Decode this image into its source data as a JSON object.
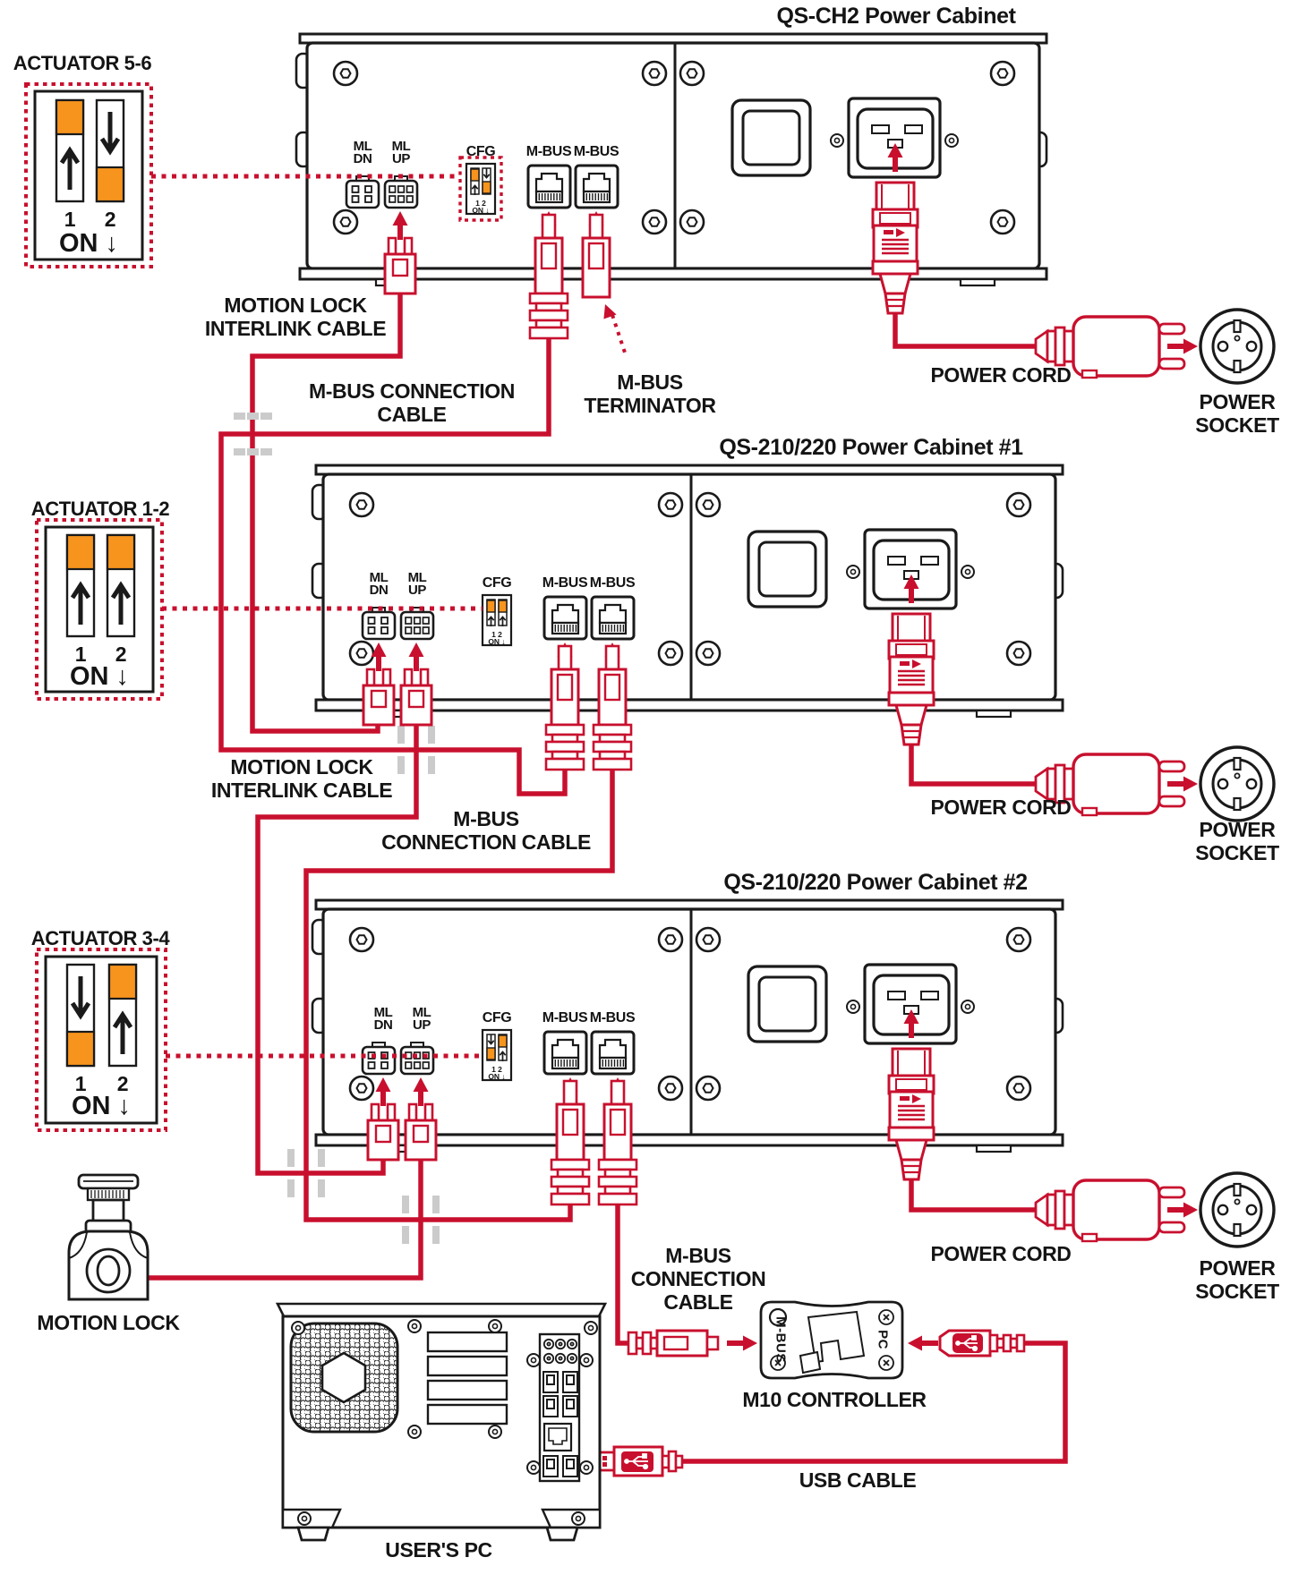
{
  "colors": {
    "accent_red": "#C8102E",
    "switch_orange": "#F7941D",
    "crossing_gray": "#CBCBCB",
    "line_black": "#1A1A1A"
  },
  "cabinets": [
    {
      "title": "QS-CH2 Power Cabinet",
      "port_labels": [
        "ML\nDN",
        "ML\nUP",
        "CFG",
        "M-BUS",
        "M-BUS"
      ],
      "cfg": {
        "pins": "1 2",
        "on": "ON ↓",
        "switches": [
          "up",
          "down"
        ]
      }
    },
    {
      "title": "QS-210/220 Power Cabinet #1",
      "port_labels": [
        "ML\nDN",
        "ML\nUP",
        "CFG",
        "M-BUS",
        "M-BUS"
      ],
      "cfg": {
        "pins": "1 2",
        "on": "ON ↓",
        "switches": [
          "up",
          "up"
        ]
      }
    },
    {
      "title": "QS-210/220 Power Cabinet #2",
      "port_labels": [
        "ML\nDN",
        "ML\nUP",
        "CFG",
        "M-BUS",
        "M-BUS"
      ],
      "cfg": {
        "pins": "1 2",
        "on": "ON ↓",
        "switches": [
          "down",
          "up"
        ]
      }
    }
  ],
  "actuators": [
    {
      "title": "ACTUATOR 5-6",
      "pin1": "1",
      "pin2": "2",
      "on_label": "ON ↓",
      "switches": [
        "up",
        "down"
      ]
    },
    {
      "title": "ACTUATOR 1-2",
      "pin1": "1",
      "pin2": "2",
      "on_label": "ON ↓",
      "switches": [
        "up",
        "up"
      ]
    },
    {
      "title": "ACTUATOR 3-4",
      "pin1": "1",
      "pin2": "2",
      "on_label": "ON ↓",
      "switches": [
        "down",
        "up"
      ]
    }
  ],
  "cables": {
    "interlink_top": "MOTION LOCK\nINTERLINK CABLE",
    "interlink_mid": "MOTION LOCK\nINTERLINK CABLE",
    "mbus_top": "M-BUS CONNECTION\nCABLE",
    "mbus_mid": "M-BUS\nCONNECTION CABLE",
    "mbus_bottom": "M-BUS\nCONNECTION\nCABLE",
    "terminator": "M-BUS\nTERMINATOR",
    "usb": "USB CABLE"
  },
  "power": [
    {
      "cord": "POWER CORD",
      "socket": "POWER\nSOCKET"
    },
    {
      "cord": "POWER CORD",
      "socket": "POWER\nSOCKET"
    },
    {
      "cord": "POWER CORD",
      "socket": "POWER\nSOCKET"
    }
  ],
  "devices": {
    "motion_lock": "MOTION LOCK",
    "m10": {
      "label": "M10 CONTROLLER",
      "left_port": "M-BUS",
      "right_port": "PC"
    },
    "pc": "USER'S PC"
  }
}
